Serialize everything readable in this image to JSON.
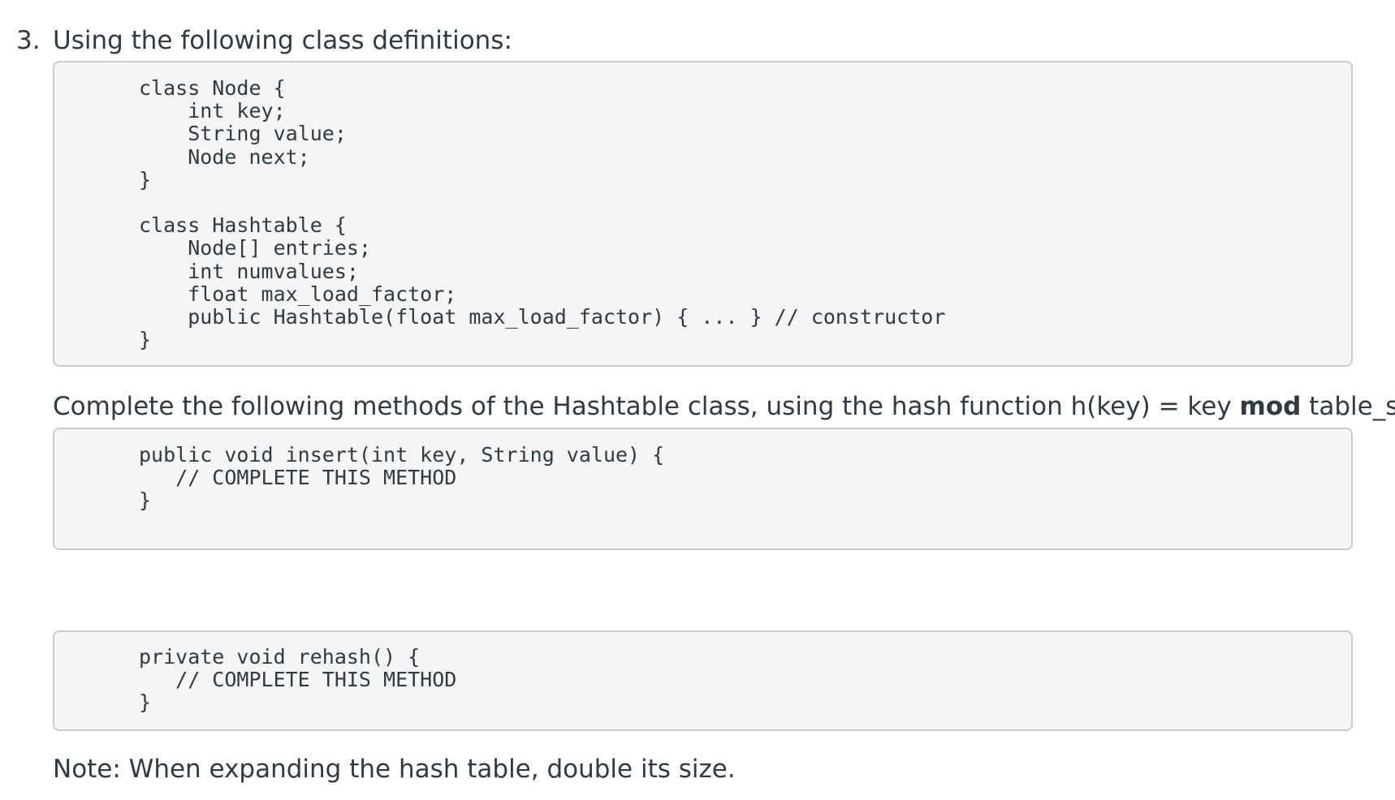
{
  "question": {
    "number": "3.",
    "intro": "Using the following class definitions:"
  },
  "code_blocks": {
    "class_definitions": "class Node {\n    int key;\n    String value;\n    Node next;\n}\n\nclass Hashtable {\n    Node[] entries;\n    int numvalues;\n    float max_load_factor;\n    public Hashtable(float max_load_factor) { ... } // constructor\n}",
    "insert_method": "public void insert(int key, String value) {\n   // COMPLETE THIS METHOD\n}",
    "rehash_method": "private void rehash() {\n   // COMPLETE THIS METHOD\n}"
  },
  "instruction": {
    "before_bold": "Complete the following methods of the Hashtable class, using the hash function h(key) = key ",
    "bold": "mod",
    "after_bold": " table_size."
  },
  "note": "Note: When expanding the hash table, double its size."
}
